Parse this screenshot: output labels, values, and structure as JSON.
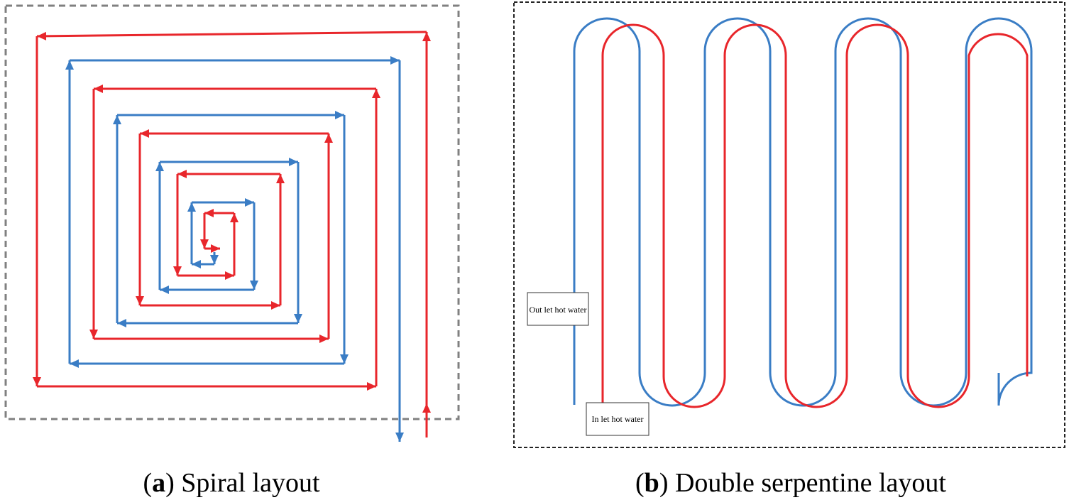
{
  "colors": {
    "hot_pipe": "#e8262b",
    "cold_pipe": "#3a7dc5",
    "spiral_frame": "#808080",
    "serpentine_frame": "#222222"
  },
  "panel_a": {
    "label": "a",
    "caption": "Spiral layout"
  },
  "panel_b": {
    "label": "b",
    "caption": "Double serpentine layout",
    "outlet_label": "Out let hot water",
    "inlet_label": "In let hot water"
  }
}
